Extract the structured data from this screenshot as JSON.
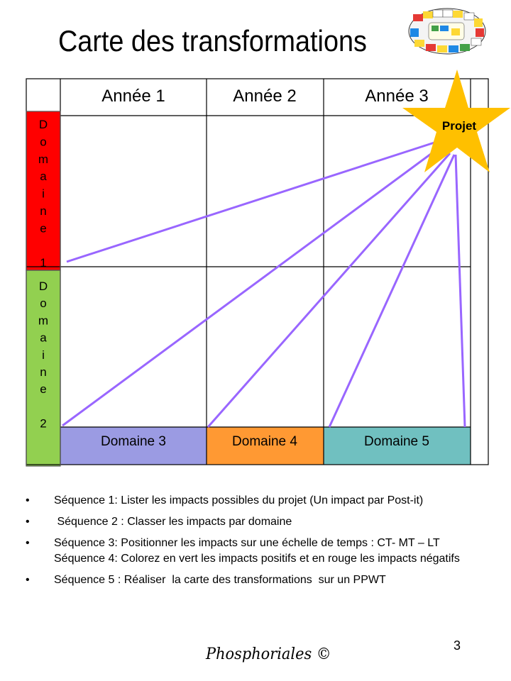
{
  "slide": {
    "title": "Carte des transformations",
    "page_number": "3",
    "footer": "Phosphoriales ©"
  },
  "grid": {
    "columns": [
      "Année 1",
      "Année 2",
      "Année 3"
    ],
    "domain1_letters": [
      "D",
      "o",
      "m",
      "a",
      "i",
      "n",
      "e",
      "",
      "1"
    ],
    "domain2_letters": [
      "D",
      "o",
      "m",
      "a",
      "i",
      "n",
      "e",
      "",
      "2"
    ],
    "bottom_domains": [
      "Domaine 3",
      "Domaine 4",
      "Domaine 5"
    ],
    "star_label": "Projet"
  },
  "colors": {
    "domain1": "#ff0000",
    "domain2": "#92d050",
    "domain3": "#9b9be3",
    "domain4": "#ff9933",
    "domain5": "#70c0c0",
    "star": "#ffc000",
    "line": "#9966ff"
  },
  "bullets": [
    {
      "marker": "•",
      "text": "Séquence 1: Lister les impacts possibles du projet (Un impact par Post-it)"
    },
    {
      "marker": "•",
      "text": " Séquence 2 : Classer les impacts par domaine"
    },
    {
      "marker": "•",
      "text": "Séquence 3: Positionner les impacts sur une échelle de temps : CT- MT – LT",
      "extra": "Séquence 4: Colorez en vert les impacts positifs et en rouge les impacts négatifs"
    },
    {
      "marker": "•",
      "text": "Séquence 5 : Réaliser  la carte des transformations  sur un PPWT"
    }
  ]
}
